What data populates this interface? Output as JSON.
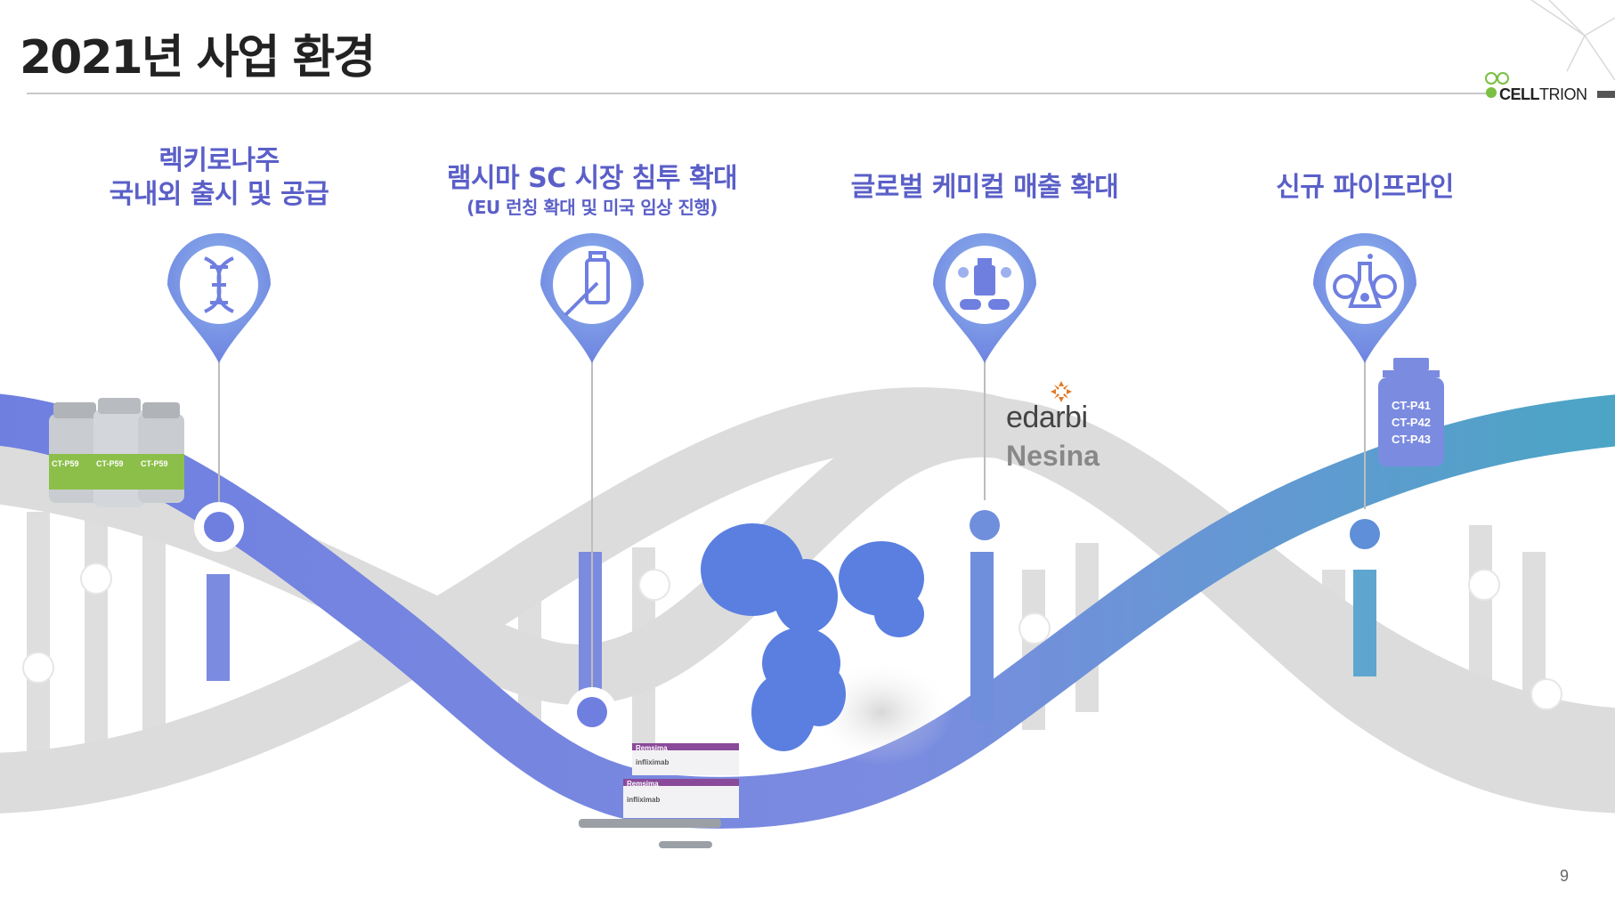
{
  "page": {
    "title": "2021년 사업 환경",
    "page_number": "9",
    "logo_text_bold": "CELL",
    "logo_text_light": "TRION"
  },
  "milestones": [
    {
      "line1": "렉키로나주",
      "line2": "국내외 출시 및 공급",
      "icon": "dna-icon"
    },
    {
      "line1": "램시마 SC 시장 침투 확대",
      "line2": "(EU 런칭 확대 및 미국 임상 진행)",
      "icon": "vaccine-vial-icon"
    },
    {
      "line1": "글로벌 케미컬 매출 확대",
      "icon": "pills-bottle-icon"
    },
    {
      "line1": "신규 파이프라인",
      "icon": "flask-gears-icon"
    }
  ],
  "products": {
    "vial_label": "CT-P59",
    "brand_1": "edarbi",
    "brand_2": "Nesina",
    "pipeline_labels": [
      "CT-P41",
      "CT-P42",
      "CT-P43"
    ],
    "remsima_box_label": "Remsima",
    "remsima_box_sub": "infliximab"
  },
  "colors": {
    "accent_purple": "#5a5fc8",
    "helix_blue": "#7b8be0",
    "helix_teal": "#4ca8c6",
    "helix_gray": "#dcdcdc"
  }
}
